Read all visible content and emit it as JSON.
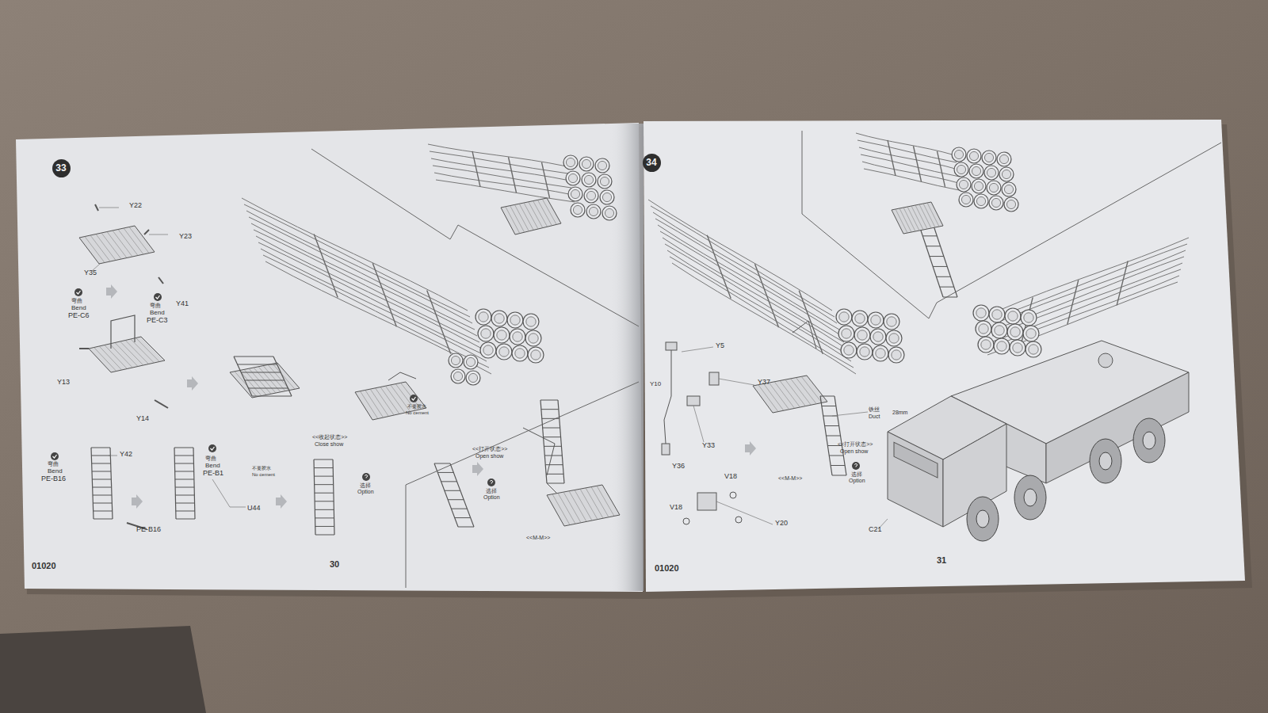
{
  "diagram": {
    "nodes": [
      {
        "text": [
          "33"
        ]
      },
      {
        "text": [
          "34"
        ]
      }
    ],
    "labels": [
      "Y22",
      "Y23",
      "Y35",
      "弯曲",
      "Bend",
      "PE-C6",
      "弯曲",
      "Bend",
      "PE-C3",
      "Y41",
      "Y13",
      "Y14",
      "Y42",
      "弯曲",
      "Bend",
      "PE-B16",
      "PE-B16",
      "弯曲",
      "Bend",
      "PE-B1",
      "不要胶水",
      "No cement",
      "U44",
      "<<收起状态>>",
      "Close show",
      "选择",
      "Option",
      "不要胶水",
      "No cement",
      "<<打开状态>>",
      "Open show",
      "选择",
      "Option",
      "<<M-M>>",
      "01020",
      "30",
      "Y5",
      "Y10",
      "Y37",
      "Y33",
      "Y36",
      "V18",
      "V18",
      "Y20",
      "C21",
      "铁丝",
      "Duct",
      "28mm",
      "<<打开状态>>",
      "Open show",
      "选择",
      "Option",
      "<<M-M>>",
      "01020",
      "31"
    ]
  }
}
